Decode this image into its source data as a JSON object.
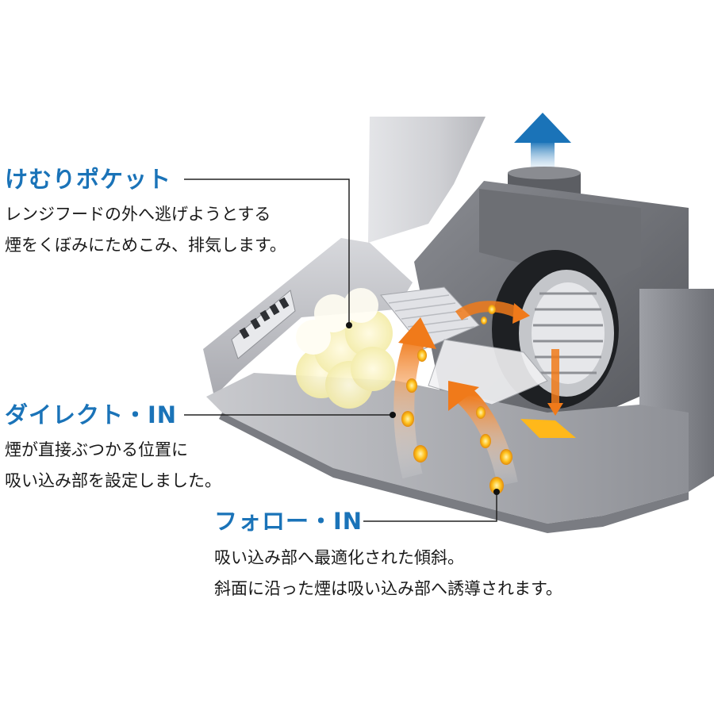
{
  "callouts": [
    {
      "title": "けむりポケット",
      "lines": [
        "レンジフードの外へ逃げようとする",
        "煙をくぼみにためこみ、排気します。"
      ]
    },
    {
      "title": "ダイレクト・IN",
      "lines": [
        "煙が直接ぶつかる位置に",
        "吸い込み部を設定しました。"
      ]
    },
    {
      "title": "フォロー・IN",
      "lines": [
        "吸い込み部へ最適化された傾斜。",
        "斜面に沿った煙は吸い込み部へ誘導されます。"
      ]
    }
  ],
  "colors": {
    "title": "#1a73b8",
    "text": "#1a1a1a",
    "exhaust_arrow": "#1a73b8",
    "smoke_arrow": "#f07a1a",
    "smoke_dot": "#ffc01a",
    "steel_light": "#d9dade",
    "steel_dark": "#5e6066"
  },
  "icons": [
    "exhaust-arrow-icon",
    "smoke-flow-arrow-icon",
    "fan-icon",
    "smoke-cloud-icon",
    "control-panel-icon"
  ]
}
